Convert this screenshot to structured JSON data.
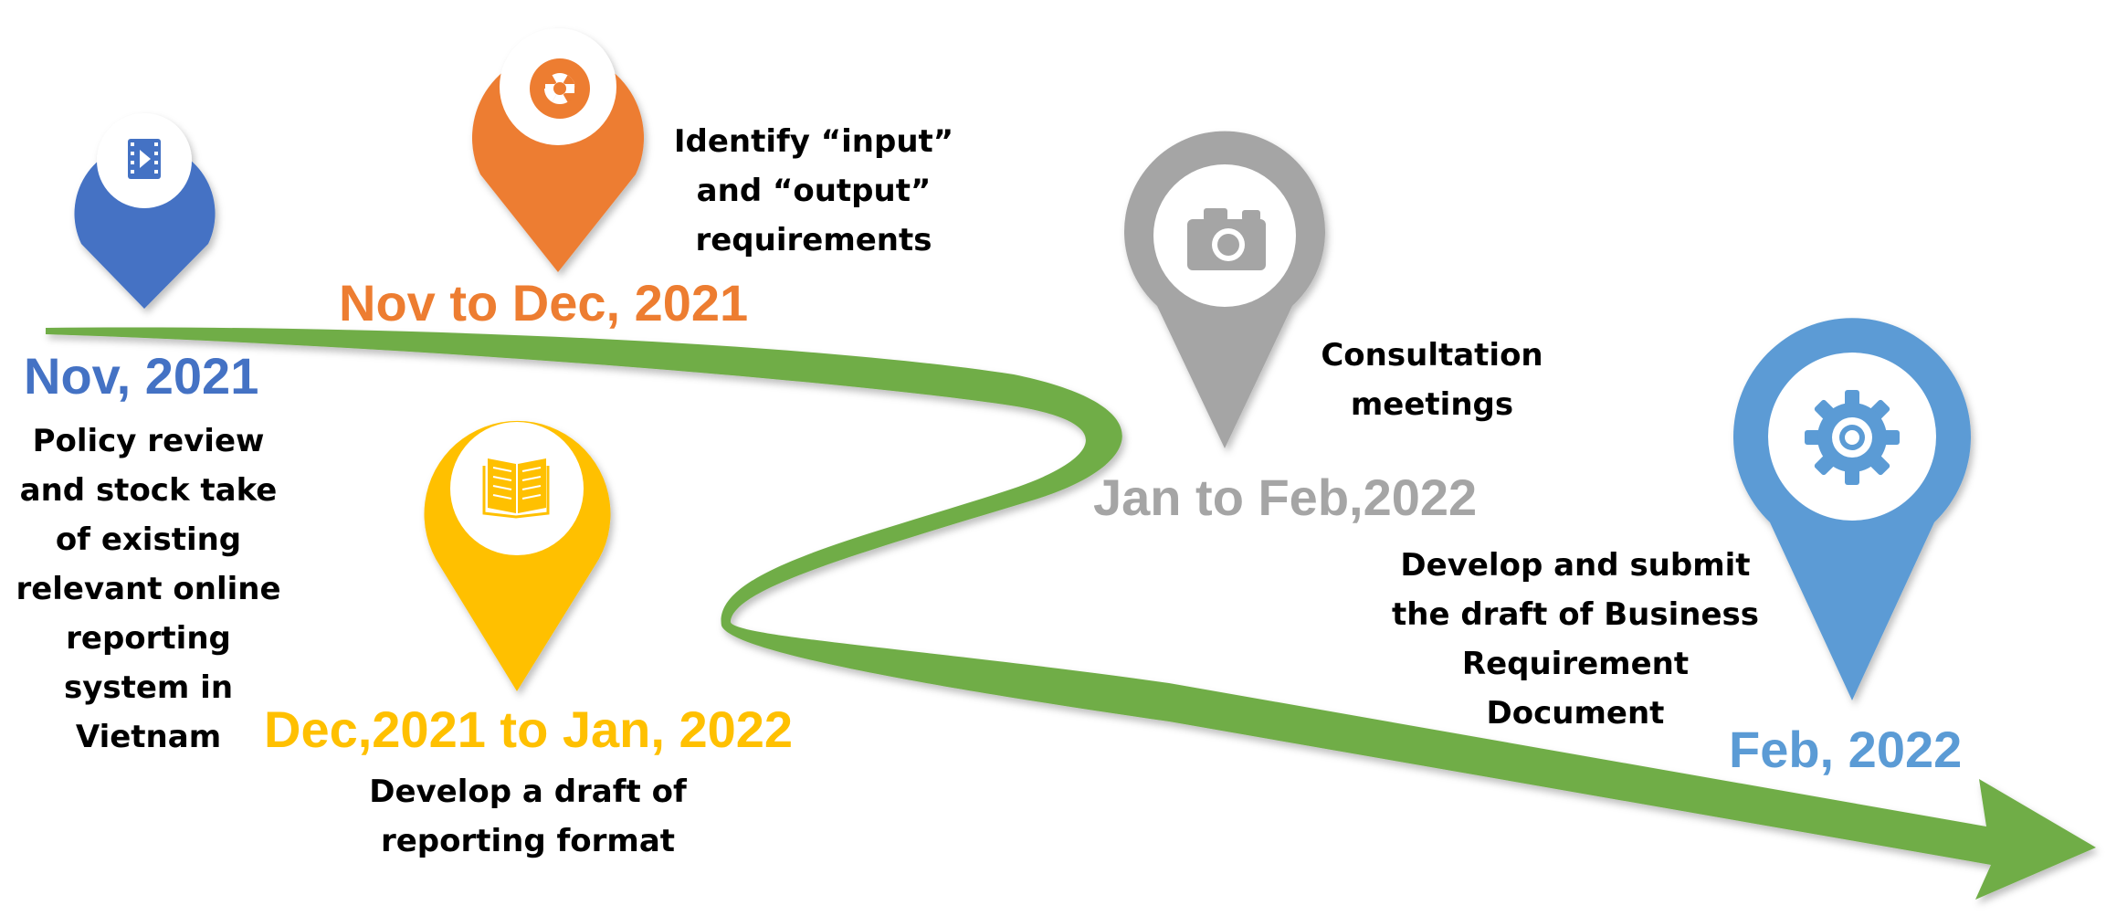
{
  "colors": {
    "path": "#70AD47",
    "milestone_1": "#4472C4",
    "milestone_2": "#ED7D31",
    "milestone_3": "#FFC000",
    "milestone_4": "#A5A5A5",
    "milestone_5": "#5B9BD5",
    "text": "#000000"
  },
  "milestones": [
    {
      "date": "Nov, 2021",
      "icon": "film-icon",
      "description": [
        "Policy review",
        "and stock take",
        "of existing",
        "relevant online",
        "reporting",
        "system in",
        "Vietnam"
      ]
    },
    {
      "date": "Nov to Dec, 2021",
      "icon": "radiation-icon",
      "description": [
        "Identify “input”",
        "and “output”",
        "requirements"
      ]
    },
    {
      "date": "Dec,2021 to Jan, 2022",
      "icon": "book-icon",
      "description": [
        "Develop a draft of",
        "reporting format"
      ]
    },
    {
      "date": "Jan to Feb,2022",
      "icon": "camera-icon",
      "description": [
        "Consultation",
        "meetings"
      ]
    },
    {
      "date": "Feb, 2022",
      "icon": "gear-icon",
      "description": [
        "Develop and submit",
        "the draft of Business",
        "Requirement",
        "Document"
      ]
    }
  ]
}
